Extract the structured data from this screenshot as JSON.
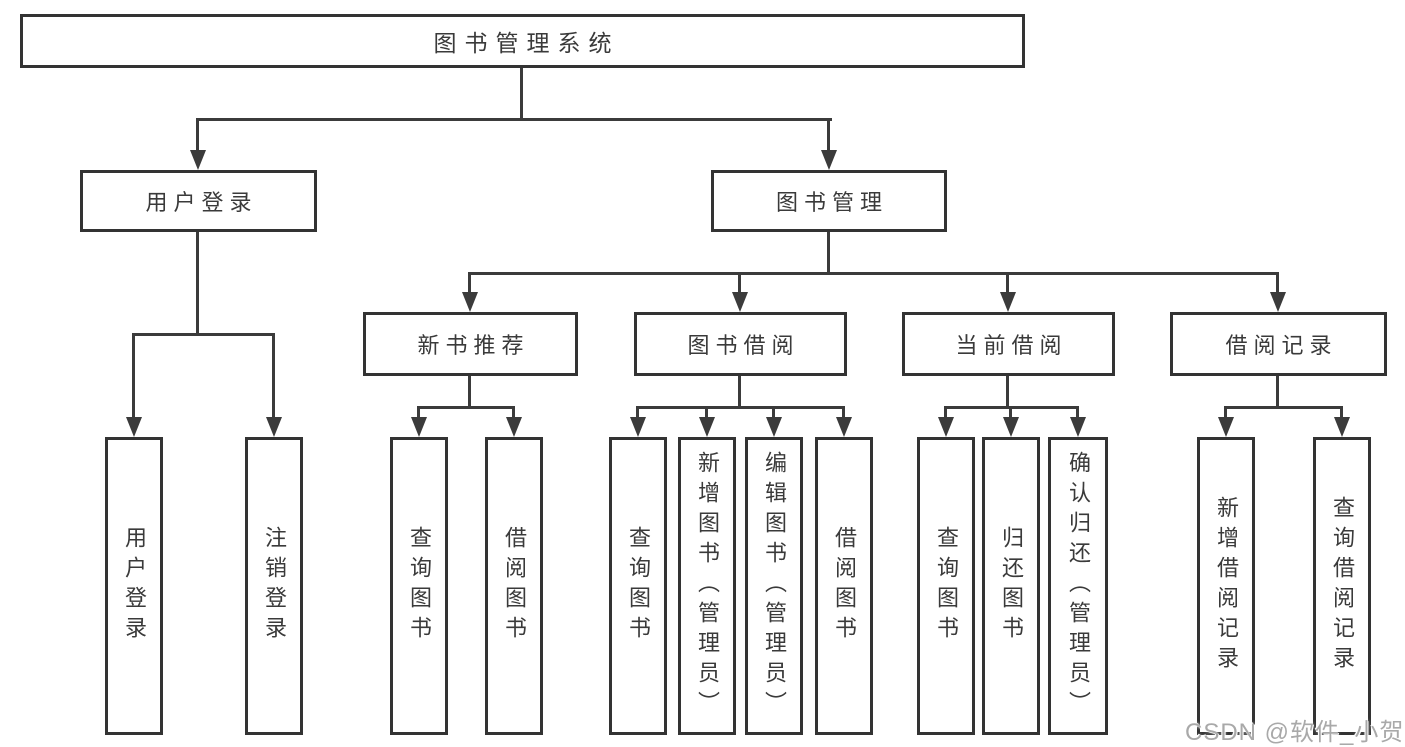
{
  "diagram": {
    "root": {
      "label": "图书管理系统"
    },
    "level2": [
      {
        "label": "用户登录"
      },
      {
        "label": "图书管理"
      }
    ],
    "level3": [
      {
        "label": "新书推荐"
      },
      {
        "label": "图书借阅"
      },
      {
        "label": "当前借阅"
      },
      {
        "label": "借阅记录"
      }
    ],
    "leaves": {
      "user_login": [
        {
          "label": "用户登录"
        },
        {
          "label": "注销登录"
        }
      ],
      "new_book_recommend": [
        {
          "label": "查询图书"
        },
        {
          "label": "借阅图书"
        }
      ],
      "book_borrowing": [
        {
          "label": "查询图书"
        },
        {
          "label": "新增图书（管理员）"
        },
        {
          "label": "编辑图书（管理员）"
        },
        {
          "label": "借阅图书"
        }
      ],
      "current_borrowing": [
        {
          "label": "查询图书"
        },
        {
          "label": "归还图书"
        },
        {
          "label": "确认归还（管理员）"
        }
      ],
      "borrowing_records": [
        {
          "label": "新增借阅记录"
        },
        {
          "label": "查询借阅记录"
        }
      ]
    },
    "watermark": "CSDN @软件_小贺同学",
    "colors": {
      "line": "#3b3b3b",
      "box_border": "#333333",
      "text": "#3a3a3a",
      "watermark": "#a9a9a9",
      "background": "#ffffff"
    }
  }
}
